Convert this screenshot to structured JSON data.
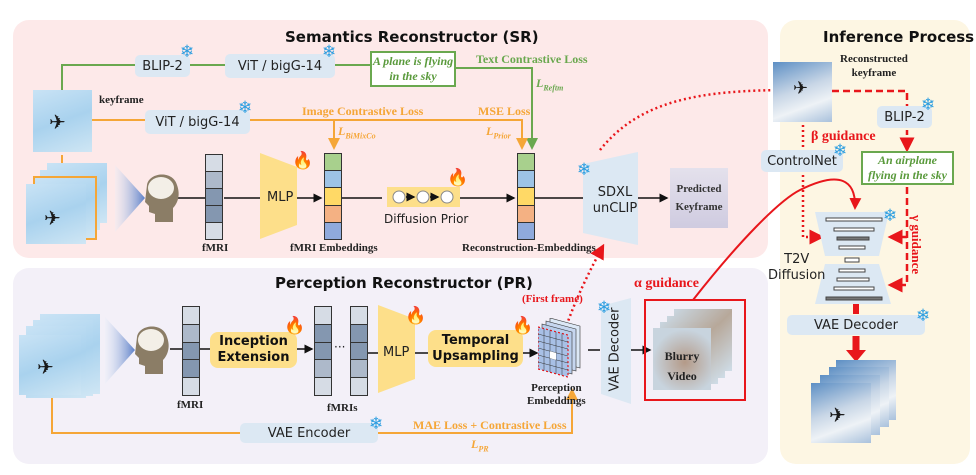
{
  "panels": {
    "sr": {
      "title": "Semantics Reconstructor (SR)"
    },
    "pr": {
      "title": "Perception Reconstructor (PR)"
    },
    "inference": {
      "title": "Inference Process"
    }
  },
  "sr": {
    "blip2": "BLIP-2",
    "vit_text": "ViT / bigG-14",
    "vit_image": "ViT / bigG-14",
    "caption": "A plane is flying in the sky",
    "keyframe_label": "keyframe",
    "text_loss": "Text Contrastive Loss",
    "text_loss_symbol": {
      "base": "L",
      "sub": "Reftm"
    },
    "image_loss": "Image Contrastive Loss",
    "image_loss_symbol": {
      "base": "L",
      "sub": "BiMixCo"
    },
    "mse_loss": "MSE Loss",
    "mse_loss_symbol": {
      "base": "L",
      "sub": "Prior"
    },
    "fmri_label": "fMRI",
    "mlp_label": "MLP",
    "fmri_embeddings_label": "fMRI Embeddings",
    "diffusion_prior_label": "Diffusion Prior",
    "recon_embeddings_label": "Reconstruction-Embeddings",
    "sdxl_line1": "SDXL",
    "sdxl_line2": "unCLIP",
    "predicted_line1": "Predicted",
    "predicted_line2": "Keyframe",
    "embedding_colors": [
      "#a8d08d",
      "#9dc3e6",
      "#ffd966",
      "#f4b183",
      "#8faadc"
    ],
    "fmri_colors": [
      "#d6dce5",
      "#adb9ca",
      "#8497b0",
      "#8497b0",
      "#d6dce5"
    ]
  },
  "pr": {
    "fmri_label": "fMRI",
    "inception_line1": "Inception",
    "inception_line2": "Extension",
    "fmris_label": "fMRIs",
    "ellipsis": "···",
    "mlp_label": "MLP",
    "temporal_line1": "Temporal",
    "temporal_line2": "Upsampling",
    "first_frame": "(First frame)",
    "perception_line1": "Perception",
    "perception_line2": "Embeddings",
    "vae_decoder": "VAE Decoder",
    "vae_encoder": "VAE Encoder",
    "blurry_line1": "Blurry",
    "blurry_line2": "Video",
    "alpha_guidance": "α guidance",
    "loss_text": "MAE Loss + Contrastive Loss",
    "loss_symbol": {
      "base": "L",
      "sub": "PR"
    },
    "fmri_colors": [
      "#d6dce5",
      "#adb9ca",
      "#8497b0",
      "#8497b0",
      "#d6dce5"
    ],
    "fmris_colors": [
      "#d6dce5",
      "#8497b0",
      "#8497b0",
      "#adb9ca",
      "#d6dce5"
    ]
  },
  "inference": {
    "reconstructed_line1": "Reconstructed",
    "reconstructed_line2": "keyframe",
    "blip2": "BLIP-2",
    "beta_guidance": "β guidance",
    "controlnet": "ControlNet",
    "caption": "An airplane flying in the sky",
    "gamma_guidance": "γ guidance",
    "t2v_line1": "T2V",
    "t2v_line2": "Diffusion",
    "vae_decoder": "VAE Decoder"
  },
  "icons": {
    "frozen": "❄",
    "trainable": "🔥",
    "plane": "✈"
  },
  "colors": {
    "red_guidance": "#e8161b",
    "orange_loss": "#f5a637",
    "green_text": "#6aa84f",
    "sr_bg": "#fde9e9",
    "pr_bg": "#f3f0f8",
    "inference_bg": "#fdf6e3"
  }
}
